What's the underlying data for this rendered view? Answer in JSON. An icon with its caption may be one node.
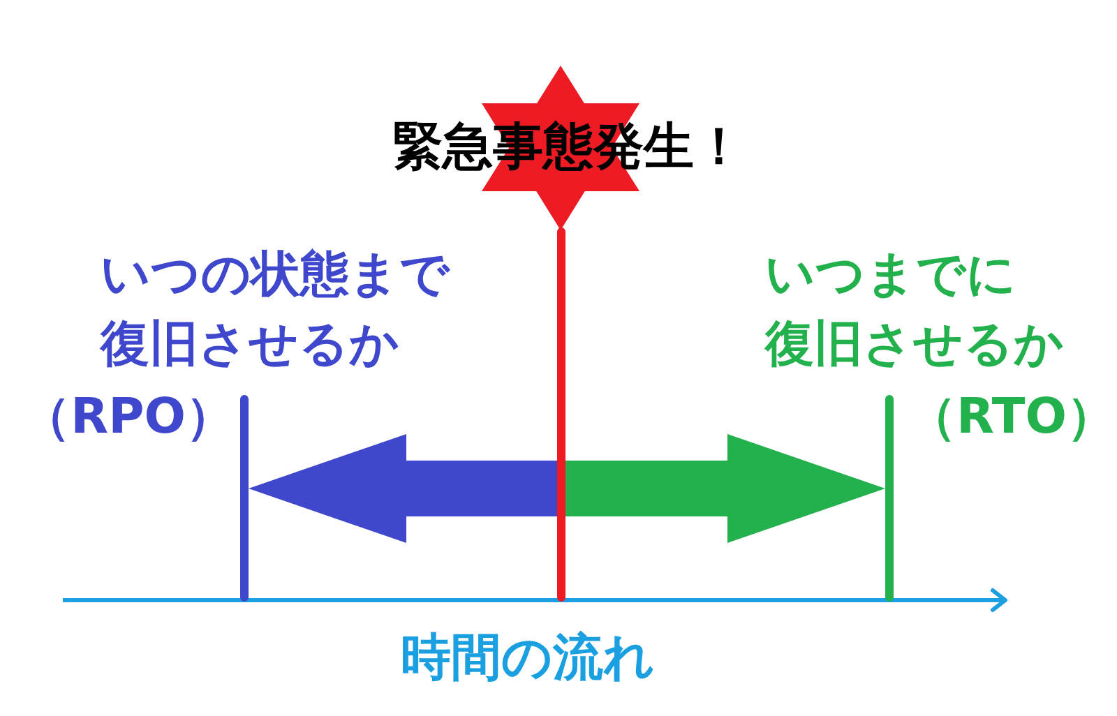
{
  "diagram": {
    "nodes": [
      {
        "text": [
          "緊急事態発生！"
        ]
      },
      {
        "text": [],
        "shape": "bar"
      },
      {
        "text": [],
        "shape": "bar",
        "beside": [
          "いつの状態まで復旧させるか",
          "（RPO）"
        ]
      },
      {
        "text": [],
        "shape": "bar",
        "beside": [
          "いつまでに復旧させるか",
          "（RTO）"
        ]
      }
    ],
    "edges": [
      {
        "from": 1,
        "to": 2,
        "arrow": "to",
        "color": "#3f48cc"
      },
      {
        "from": 1,
        "to": 3,
        "arrow": "to",
        "color": "#22b14c"
      }
    ],
    "labels": [
      "時間の流れ"
    ]
  }
}
